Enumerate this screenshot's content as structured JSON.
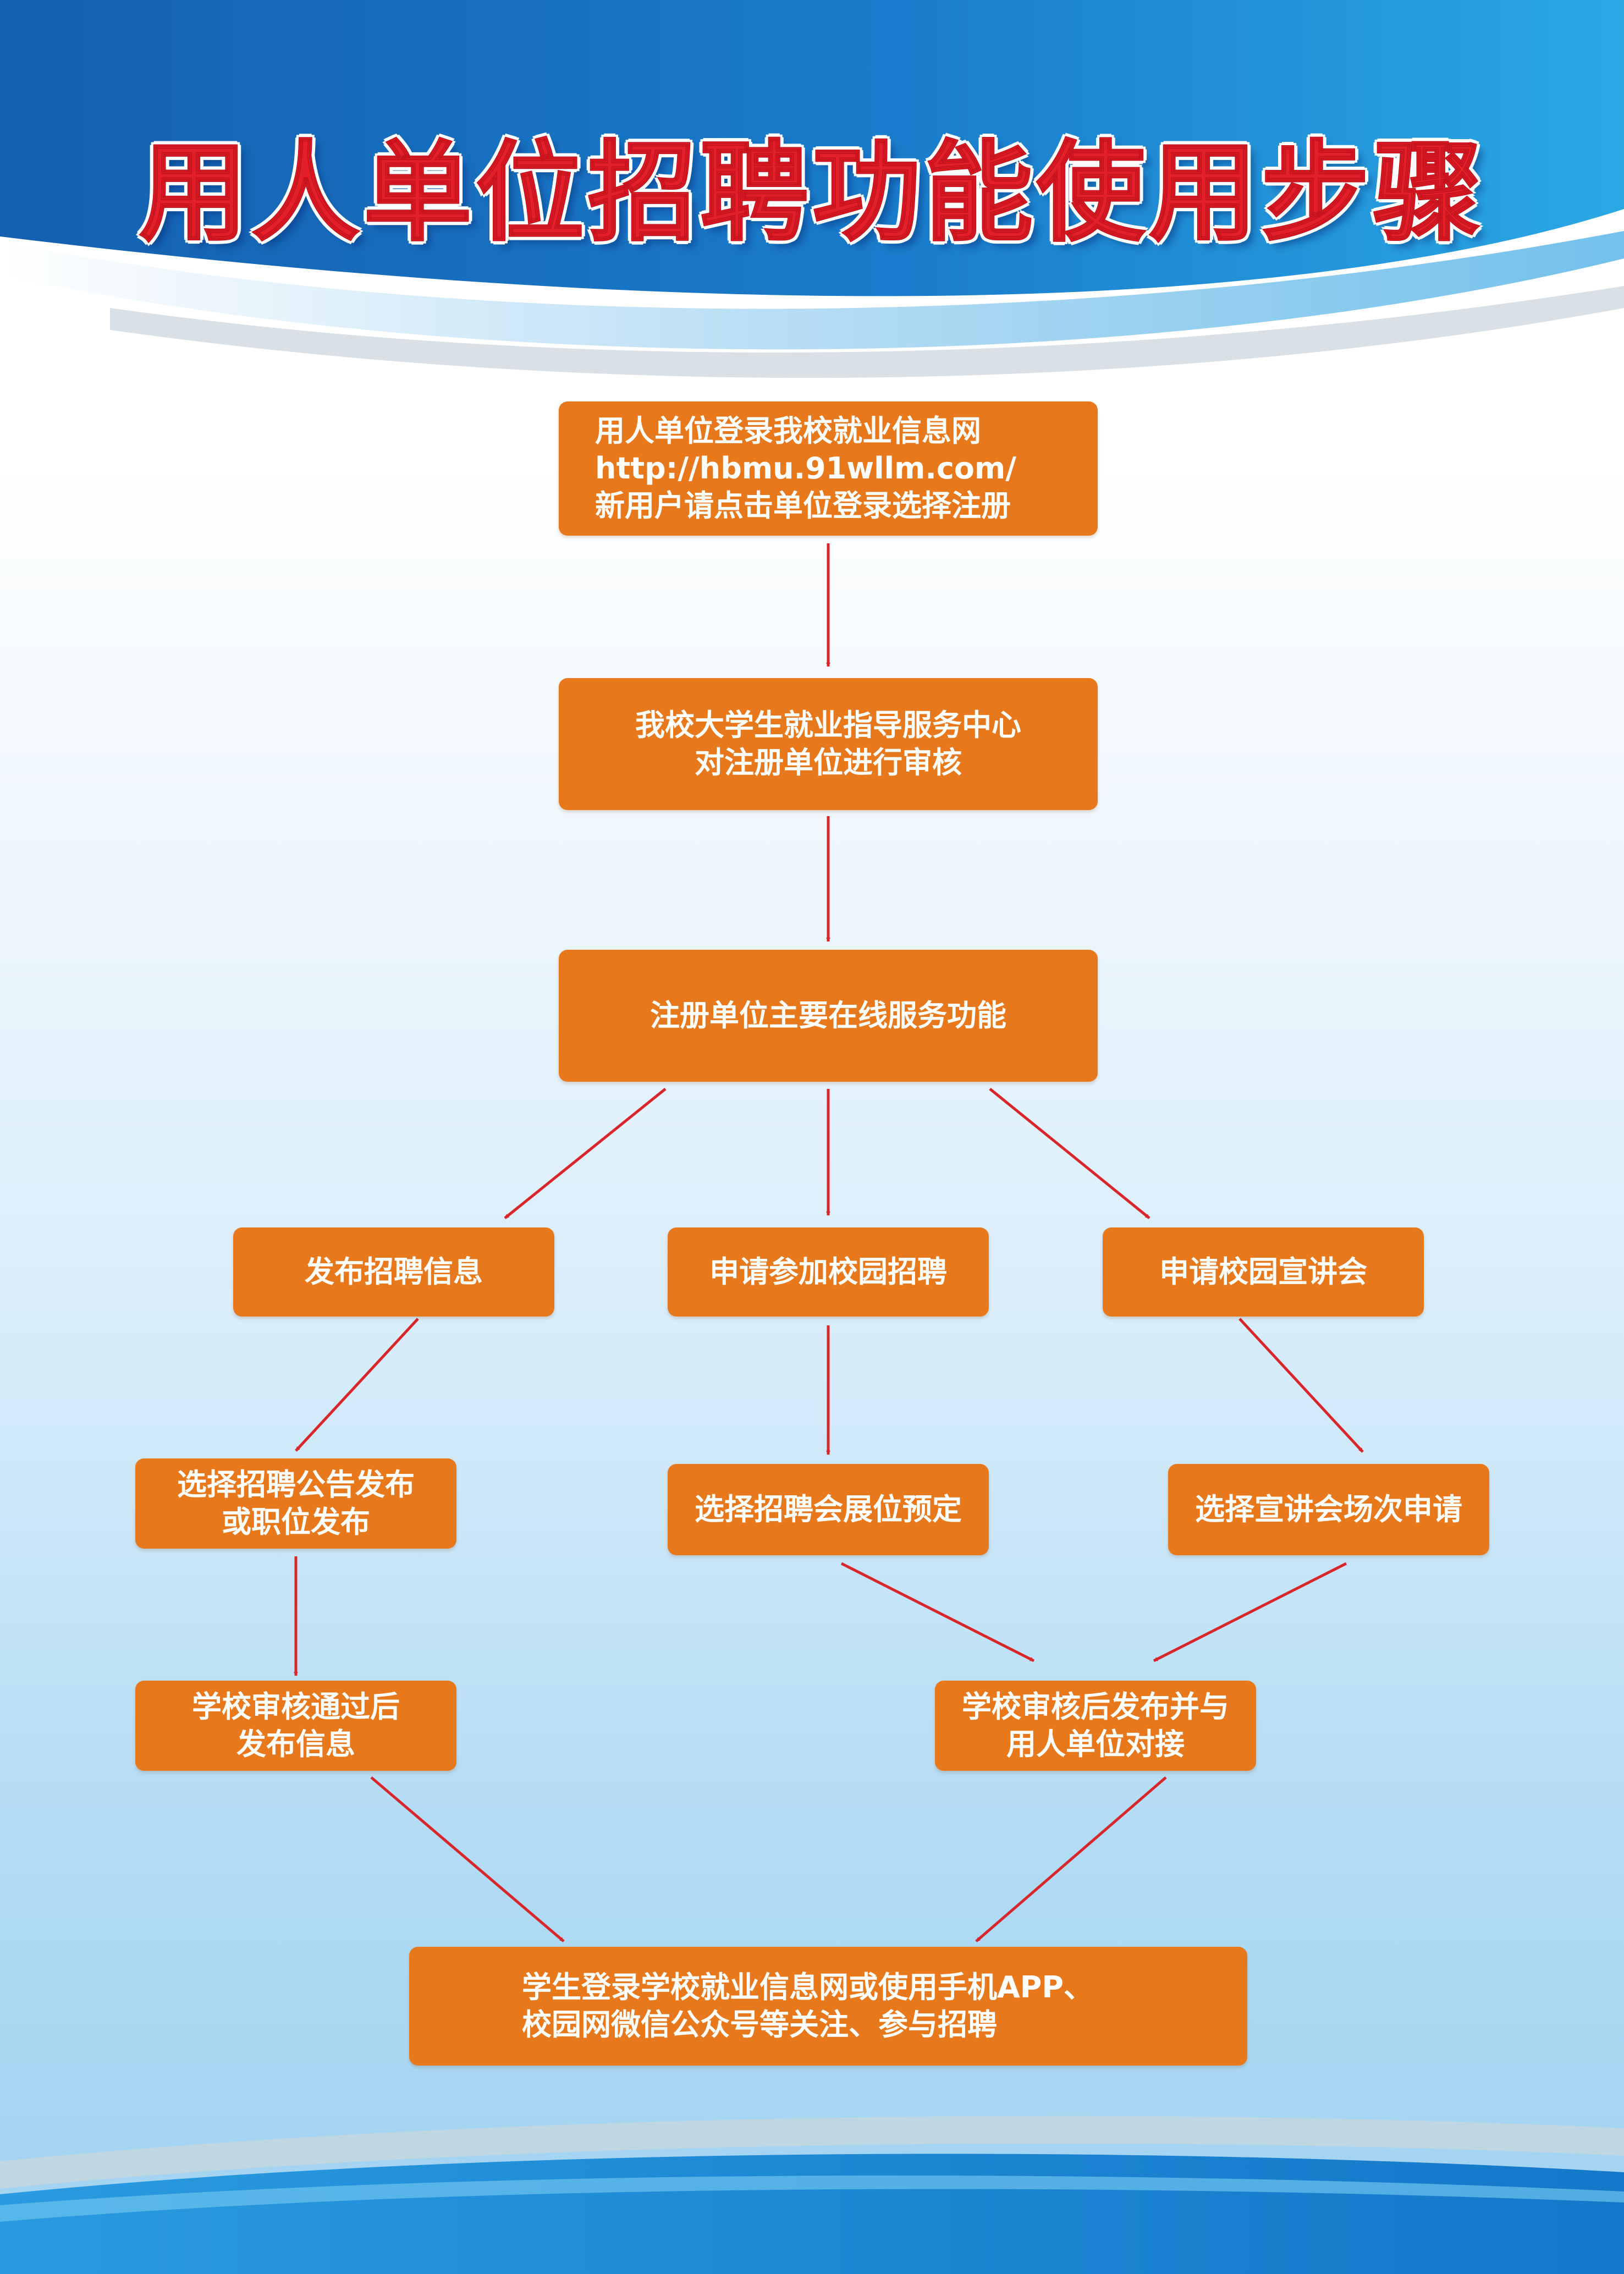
{
  "title": "用人单位招聘功能使用步骤",
  "colors": {
    "box": "#e8781c",
    "arrow": "#d8262b",
    "title": "#e3202a",
    "header_blue": "#1a6fc0"
  },
  "steps": {
    "login": {
      "line1": "用人单位登录我校就业信息网",
      "line2": "http://hbmu.91wllm.com/",
      "line3": "新用户请点击单位登录选择注册"
    },
    "review": {
      "line1": "我校大学生就业指导服务中心",
      "line2": "对注册单位进行审核"
    },
    "services": {
      "line1": "注册单位主要在线服务功能"
    },
    "publish": {
      "line1": "发布招聘信息"
    },
    "campus_recruit": {
      "line1": "申请参加校园招聘"
    },
    "campus_talk": {
      "line1": "申请校园宣讲会"
    },
    "choose_notice": {
      "line1": "选择招聘公告发布",
      "line2": "或职位发布"
    },
    "choose_booth": {
      "line1": "选择招聘会展位预定"
    },
    "choose_session": {
      "line1": "选择宣讲会场次申请"
    },
    "school_approve_publish": {
      "line1": "学校审核通过后",
      "line2": "发布信息"
    },
    "school_approve_connect": {
      "line1": "学校审核后发布并与",
      "line2": "用人单位对接"
    },
    "students": {
      "line1": "学生登录学校就业信息网或使用手机APP、",
      "line2": "校园网微信公众号等关注、参与招聘"
    }
  }
}
